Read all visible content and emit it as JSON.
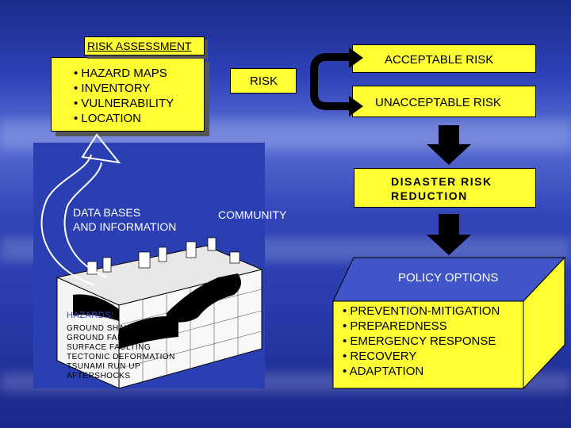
{
  "risk_assessment": {
    "title": "RISK ASSESSMENT",
    "items": [
      "• HAZARD MAPS",
      "• INVENTORY",
      "• VULNERABILITY",
      "• LOCATION"
    ]
  },
  "risk_label": "RISK",
  "acceptable_risk": "ACCEPTABLE RISK",
  "unacceptable_risk": "UNACCEPTABLE RISK",
  "disaster_risk_reduction": [
    "DISASTER RISK",
    "REDUCTION"
  ],
  "community_label": "COMMUNITY",
  "databases_label": [
    "DATA BASES",
    "AND INFORMATION"
  ],
  "hazards": {
    "title": "HAZARDS:",
    "items": [
      "GROUND SHAKING",
      "GROUND FAILURE",
      "SURFACE FAULTING",
      "TECTONIC DEFORMATION",
      "TSUNAMI RUN UP",
      "AFTERSHOCKS"
    ]
  },
  "policy_options": "POLICY OPTIONS",
  "policy_items": [
    "• PREVENTION-MITIGATION",
    "• PREPAREDNESS",
    "• EMERGENCY RESPONSE",
    "• RECOVERY",
    "• ADAPTATION"
  ],
  "colors": {
    "box_fill": "#ffff33",
    "background": "#2f43b8",
    "arrow": "#000000"
  }
}
